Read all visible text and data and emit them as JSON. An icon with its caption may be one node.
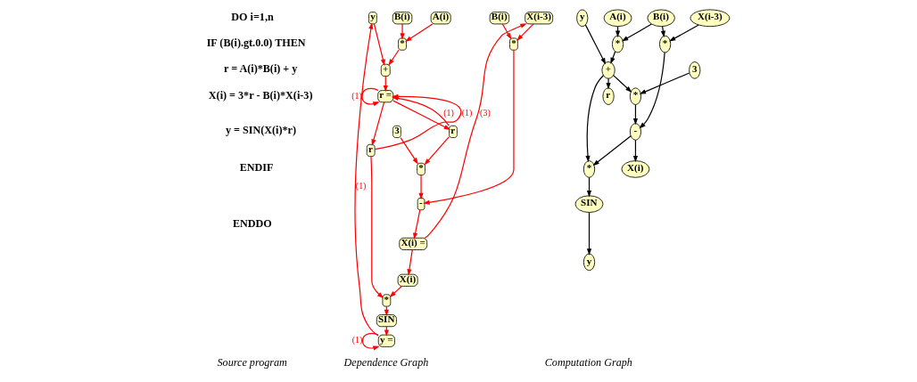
{
  "diagram": {
    "nodes": [
      {
        "text": [
          "y"
        ]
      },
      {
        "text": [
          "A(i)"
        ]
      },
      {
        "text": [
          "B(i)"
        ]
      },
      {
        "text": [
          "B(i)"
        ]
      },
      {
        "text": [
          "X(i-3)"
        ]
      },
      {
        "text": [
          "*"
        ]
      },
      {
        "text": [
          "+"
        ]
      },
      {
        "text": [
          "*"
        ]
      },
      {
        "text": [
          "r ="
        ]
      },
      {
        "text": [
          "r"
        ]
      },
      {
        "text": [
          "3"
        ]
      },
      {
        "text": [
          "*"
        ]
      },
      {
        "text": [
          "r"
        ]
      },
      {
        "text": [
          "-"
        ]
      },
      {
        "text": [
          "X(i) ="
        ]
      },
      {
        "text": [
          "X(i)"
        ]
      },
      {
        "text": [
          "*"
        ]
      },
      {
        "text": [
          "SIN"
        ]
      },
      {
        "text": [
          "y ="
        ]
      },
      {
        "text": [
          "y"
        ]
      },
      {
        "text": [
          "A(i)"
        ]
      },
      {
        "text": [
          "B(i)"
        ]
      },
      {
        "text": [
          "X(i-3)"
        ]
      },
      {
        "text": [
          "*"
        ]
      },
      {
        "text": [
          "+"
        ]
      },
      {
        "text": [
          "*"
        ]
      },
      {
        "text": [
          "3"
        ]
      },
      {
        "text": [
          "*"
        ]
      },
      {
        "text": [
          "-"
        ]
      },
      {
        "text": [
          "*"
        ]
      },
      {
        "text": [
          "SIN"
        ]
      },
      {
        "text": [
          "r"
        ]
      },
      {
        "text": [
          "y"
        ]
      },
      {
        "text": [
          "X(i)"
        ]
      }
    ],
    "edges": [
      {
        "from": 0,
        "to": 6,
        "arrow": "to"
      },
      {
        "from": 1,
        "to": 5,
        "arrow": "to"
      },
      {
        "from": 2,
        "to": 5,
        "arrow": "to"
      },
      {
        "from": 5,
        "to": 6,
        "arrow": "to"
      },
      {
        "from": 3,
        "to": 7,
        "arrow": "to"
      },
      {
        "from": 4,
        "to": 7,
        "arrow": "to"
      },
      {
        "from": 6,
        "to": 8,
        "arrow": "to"
      },
      {
        "from": 8,
        "to": 8,
        "arrow": "to",
        "label": "(1)"
      },
      {
        "from": 8,
        "to": 9,
        "arrow": "to"
      },
      {
        "from": 9,
        "to": 8,
        "arrow": "to",
        "label": "(1)"
      },
      {
        "from": 8,
        "to": 12,
        "arrow": "to"
      },
      {
        "from": 12,
        "to": 8,
        "arrow": "to",
        "label": "(1)"
      },
      {
        "from": 9,
        "to": 11,
        "arrow": "to"
      },
      {
        "from": 10,
        "to": 11,
        "arrow": "to"
      },
      {
        "from": 11,
        "to": 13,
        "arrow": "to"
      },
      {
        "from": 7,
        "to": 13,
        "arrow": "to"
      },
      {
        "from": 13,
        "to": 14,
        "arrow": "to"
      },
      {
        "from": 14,
        "to": 4,
        "arrow": "to",
        "label": "(3)"
      },
      {
        "from": 14,
        "to": 15,
        "arrow": "to"
      },
      {
        "from": 15,
        "to": 16,
        "arrow": "to"
      },
      {
        "from": 12,
        "to": 16,
        "arrow": "to"
      },
      {
        "from": 16,
        "to": 17,
        "arrow": "to"
      },
      {
        "from": 17,
        "to": 18,
        "arrow": "to"
      },
      {
        "from": 18,
        "to": 18,
        "arrow": "to",
        "label": "(1)"
      },
      {
        "from": 18,
        "to": 0,
        "arrow": "to",
        "label": "(1)"
      },
      {
        "from": 19,
        "to": 24,
        "arrow": "to",
        "color": "#000000"
      },
      {
        "from": 20,
        "to": 23,
        "arrow": "to",
        "color": "#000000"
      },
      {
        "from": 21,
        "to": 23,
        "arrow": "to",
        "color": "#000000"
      },
      {
        "from": 23,
        "to": 24,
        "arrow": "to",
        "color": "#000000"
      },
      {
        "from": 21,
        "to": 25,
        "arrow": "to",
        "color": "#000000"
      },
      {
        "from": 22,
        "to": 25,
        "arrow": "to",
        "color": "#000000"
      },
      {
        "from": 24,
        "to": 27,
        "arrow": "to",
        "color": "#000000"
      },
      {
        "from": 26,
        "to": 27,
        "arrow": "to",
        "color": "#000000"
      },
      {
        "from": 27,
        "to": 28,
        "arrow": "to",
        "color": "#000000"
      },
      {
        "from": 25,
        "to": 28,
        "arrow": "to",
        "color": "#000000"
      },
      {
        "from": 24,
        "to": 31,
        "arrow": "to",
        "color": "#000000"
      },
      {
        "from": 24,
        "to": 29,
        "arrow": "to",
        "color": "#000000"
      },
      {
        "from": 28,
        "to": 29,
        "arrow": "to",
        "color": "#000000"
      },
      {
        "from": 28,
        "to": 33,
        "arrow": "to",
        "color": "#000000"
      },
      {
        "from": 29,
        "to": 30,
        "arrow": "to",
        "color": "#000000"
      },
      {
        "from": 30,
        "to": 32,
        "arrow": "to",
        "color": "#000000"
      }
    ],
    "labels": [
      "DO i=1,n",
      "IF (B(i).gt.0.0) THEN",
      "r = A(i)*B(i) + y",
      "X(i) = 3*r - B(i)*X(i-3)",
      "y = SIN(X(i)*r)",
      "ENDIF",
      "ENDDO",
      "Source program",
      "Dependence Graph",
      "Computation Graph"
    ]
  }
}
